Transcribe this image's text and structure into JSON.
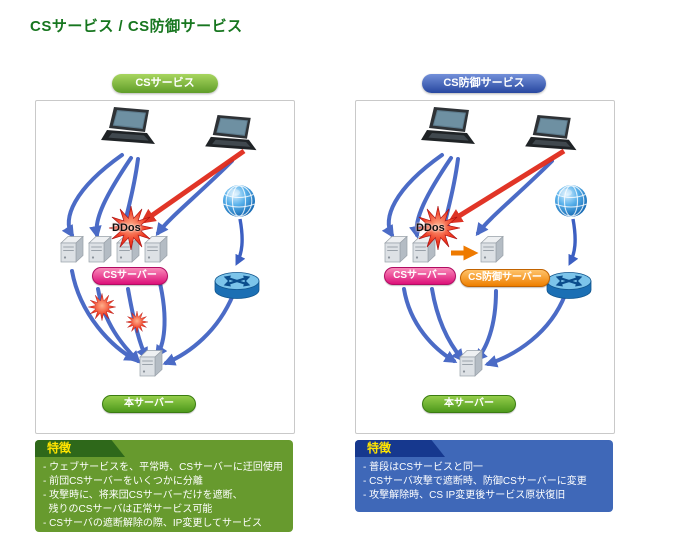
{
  "title": "CSサービス / CS防御サービス",
  "left_panel": {
    "badge": "CSサービス",
    "ddos_label": "DDos",
    "cs_server_label": "CSサーバー",
    "main_server_label": "本サーバー",
    "features": {
      "header": "特徴",
      "lines": [
        "- ウェブサービスを、平常時、CSサーバーに迂回使用",
        "- 前団CSサーバーをいくつかに分離",
        "- 攻撃時に、将来団CSサーバーだけを遮断、",
        "  残りのCSサーバは正常サービス可能",
        "- CSサーバの遮断解除の際、IP変更してサービス"
      ]
    }
  },
  "right_panel": {
    "badge": "CS防御サービス",
    "ddos_label": "DDos",
    "cs_server_label": "CSサーバー",
    "defense_server_label": "CS防御サーバー",
    "main_server_label": "本サーバー",
    "features": {
      "header": "特徴",
      "lines": [
        "- 普段はCSサービスと同一",
        "- CSサーバ攻撃で遮断時、防御CSサーバーに変更",
        "- 攻撃解除時、CS IP変更後サービス原状復旧"
      ]
    }
  },
  "colors": {
    "title_green": "#17761f",
    "badge_green": "#5f9c28",
    "badge_blue": "#27479f",
    "pill_pink": "#dd1079",
    "pill_orange": "#ee7f00",
    "pill_green": "#4e991c",
    "feature_box_green": "#679a2e",
    "feature_box_blue": "#3f68b8",
    "arrow_blue": "#3c5fc2",
    "attack_red": "#e02b1c"
  }
}
